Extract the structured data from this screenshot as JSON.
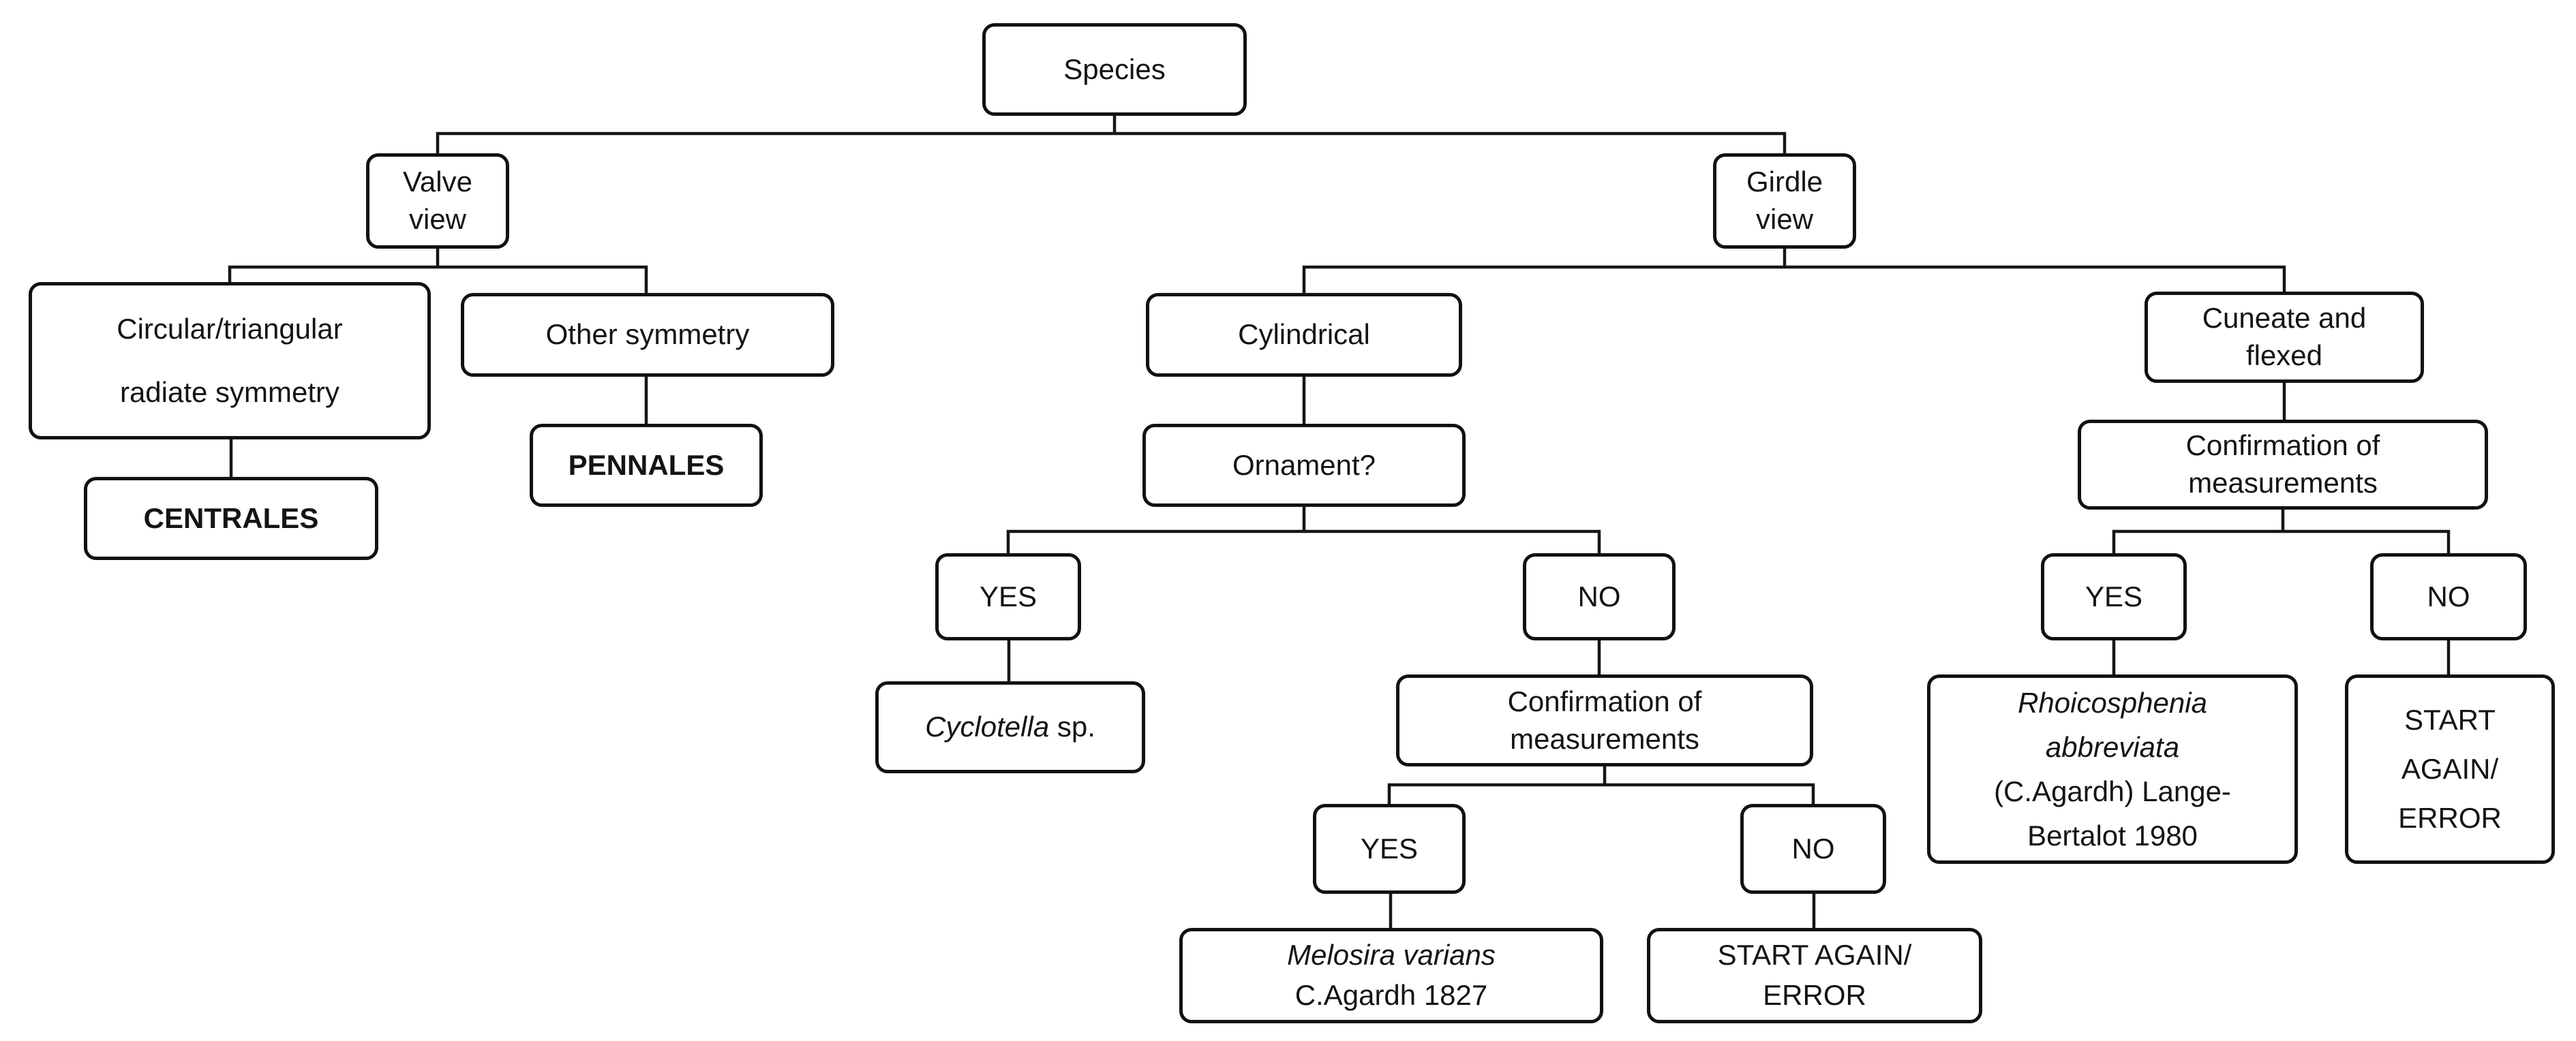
{
  "canvas": {
    "background": "#ffffff",
    "ink": "#161616",
    "description": "Diatom species identification decision tree"
  },
  "nodes": {
    "species": {
      "label": "Species"
    },
    "valve_view": {
      "line1": "Valve",
      "line2": "view"
    },
    "girdle_view": {
      "line1": "Girdle",
      "line2": "view"
    },
    "circular_radiate": {
      "line1": "Circular/triangular",
      "line2": "radiate symmetry"
    },
    "other_symmetry": {
      "label": "Other symmetry"
    },
    "centrales": {
      "label": "CENTRALES"
    },
    "pennales": {
      "label": "PENNALES"
    },
    "cylindrical": {
      "label": "Cylindrical"
    },
    "ornament": {
      "label": "Ornament?"
    },
    "yes_ornament": {
      "label": "YES"
    },
    "no_ornament": {
      "label": "NO"
    },
    "cyclotella": {
      "genus": "Cyclotella",
      "suffix": " sp."
    },
    "confirmation_mid": {
      "line1": "Confirmation of",
      "line2": "measurements"
    },
    "yes_mid": {
      "label": "YES"
    },
    "no_mid": {
      "label": "NO"
    },
    "melosira": {
      "binomial": "Melosira varians",
      "authority": "C.Agardh 1827"
    },
    "start_again_mid": {
      "line1": "START AGAIN/",
      "line2": "ERROR"
    },
    "cuneate_flexed": {
      "line1": "Cuneate and",
      "line2": "flexed"
    },
    "confirmation_right": {
      "line1": "Confirmation of",
      "line2": "measurements"
    },
    "yes_right": {
      "label": "YES"
    },
    "no_right": {
      "label": "NO"
    },
    "rhoicosphenia": {
      "genus": "Rhoicosphenia",
      "species_epithet": "abbreviata",
      "authority_line1": "(C.Agardh) Lange-",
      "authority_line2": "Bertalot 1980"
    },
    "start_again_right": {
      "line1": "START",
      "line2": "AGAIN/",
      "line3": "ERROR"
    }
  }
}
